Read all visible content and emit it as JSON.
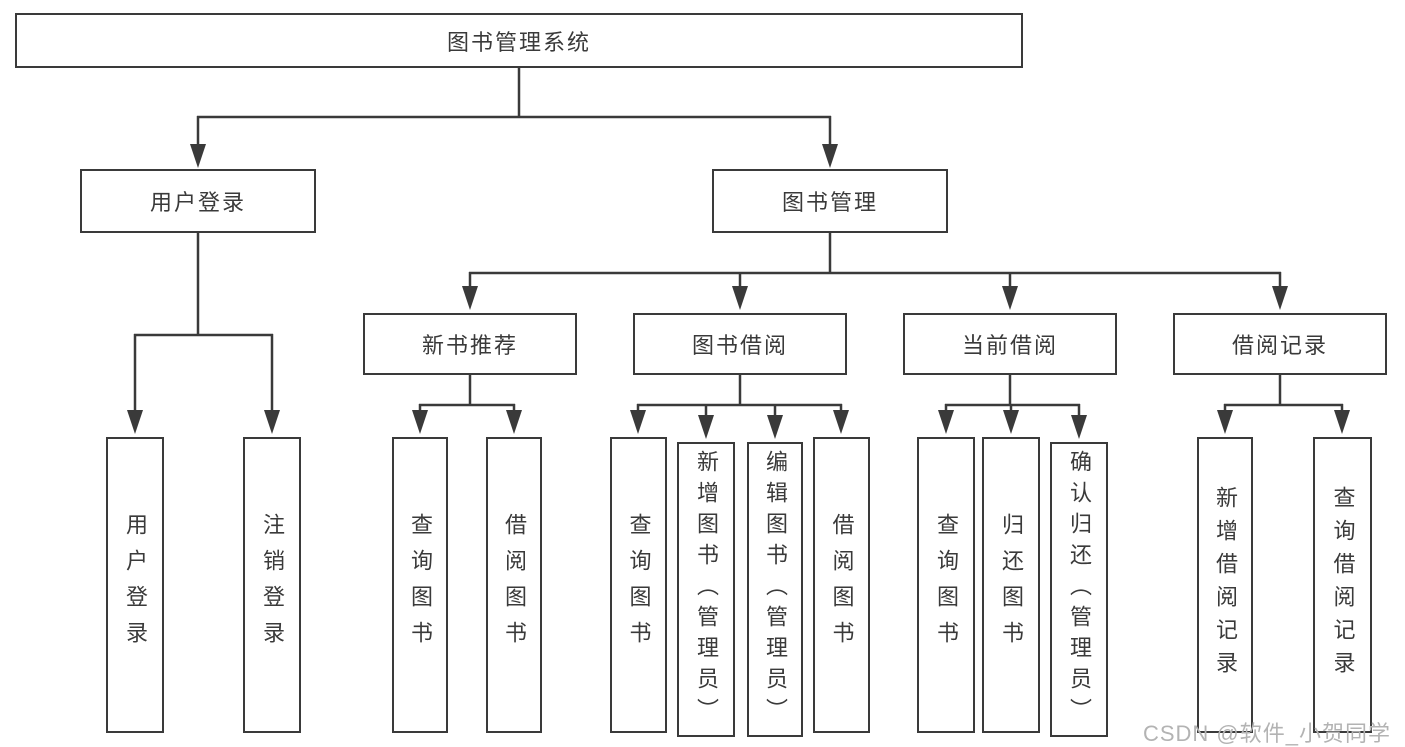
{
  "diagram": {
    "root": {
      "label": "图书管理系统"
    },
    "branches": [
      {
        "label": "用户登录",
        "children": [
          {
            "label": "用户登录"
          },
          {
            "label": "注销登录"
          }
        ]
      },
      {
        "label": "图书管理",
        "sections": [
          {
            "label": "新书推荐",
            "children": [
              {
                "label": "查询图书"
              },
              {
                "label": "借阅图书"
              }
            ]
          },
          {
            "label": "图书借阅",
            "children": [
              {
                "label": "查询图书"
              },
              {
                "label": "新增图书（管理员）"
              },
              {
                "label": "编辑图书（管理员）"
              },
              {
                "label": "借阅图书"
              }
            ]
          },
          {
            "label": "当前借阅",
            "children": [
              {
                "label": "查询图书"
              },
              {
                "label": "归还图书"
              },
              {
                "label": "确认归还（管理员）"
              }
            ]
          },
          {
            "label": "借阅记录",
            "children": [
              {
                "label": "新增借阅记录"
              },
              {
                "label": "查询借阅记录"
              }
            ]
          }
        ]
      }
    ]
  },
  "watermark": "CSDN @软件_小贺同学",
  "colors": {
    "line": "#3a3a3a",
    "text": "#3a3a3a",
    "box_bg": "#ffffff",
    "watermark": "#b3b3b3"
  }
}
